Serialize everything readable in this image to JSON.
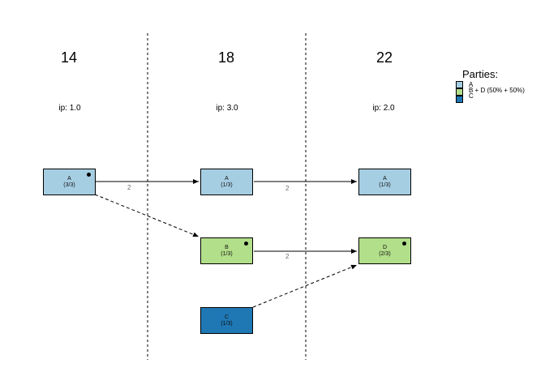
{
  "diagram": {
    "timeline": {
      "columns": [
        {
          "label": "14",
          "ip": "ip: 1.0"
        },
        {
          "label": "18",
          "ip": "ip: 3.0"
        },
        {
          "label": "22",
          "ip": "ip: 2.0"
        }
      ]
    },
    "nodes": [
      {
        "id": "A1",
        "label": "A",
        "fraction": "(3/3)",
        "color": "#a6cee3",
        "dot": true
      },
      {
        "id": "A2",
        "label": "A",
        "fraction": "(1/3)",
        "color": "#a6cee3",
        "dot": false
      },
      {
        "id": "A3",
        "label": "A",
        "fraction": "(1/3)",
        "color": "#a6cee3",
        "dot": false
      },
      {
        "id": "B",
        "label": "B",
        "fraction": "(1/3)",
        "color": "#b2df8a",
        "dot": true
      },
      {
        "id": "D",
        "label": "D",
        "fraction": "(2/3)",
        "color": "#b2df8a",
        "dot": true
      },
      {
        "id": "C",
        "label": "C",
        "fraction": "(1/3)",
        "color": "#1f78b4",
        "dot": false
      }
    ],
    "edges": [
      {
        "from": "A1",
        "to": "A2",
        "label": "2",
        "style": "solid"
      },
      {
        "from": "A2",
        "to": "A3",
        "label": "2",
        "style": "solid"
      },
      {
        "from": "B",
        "to": "D",
        "label": "2",
        "style": "solid"
      },
      {
        "from": "A1",
        "to": "B",
        "label": "",
        "style": "dashed"
      },
      {
        "from": "C",
        "to": "D",
        "label": "",
        "style": "dashed"
      }
    ],
    "legend": {
      "title": "Parties:",
      "items": [
        {
          "label": "A",
          "color": "#a6cee3"
        },
        {
          "label": "B + D (50% + 50%)",
          "color": "#b2df8a"
        },
        {
          "label": "C",
          "color": "#1f78b4"
        }
      ]
    }
  }
}
